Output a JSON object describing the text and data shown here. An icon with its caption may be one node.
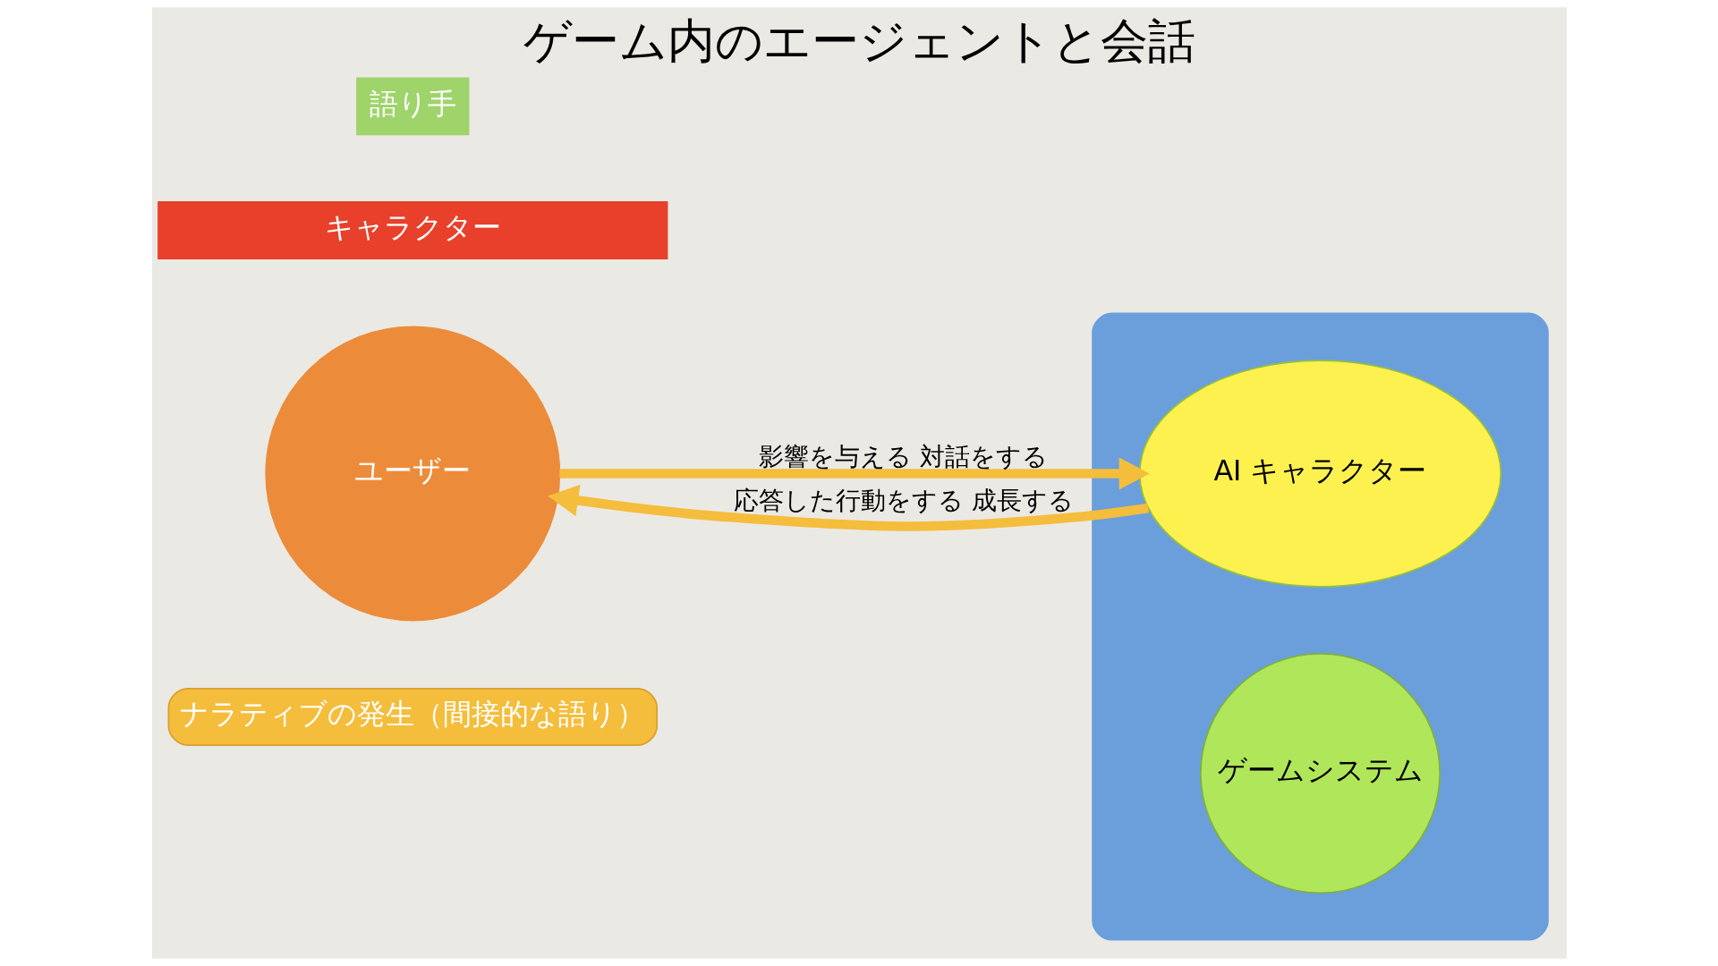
{
  "diagram": {
    "title": "ゲーム内のエージェントと会話",
    "nodes": [
      {
        "text": [
          "ナラティブの発生（間接的な語り）"
        ]
      },
      {
        "text": [
          "ユーザー"
        ]
      },
      {
        "text": [],
        "shape": "box"
      },
      {
        "text": [
          "AI キャラクター"
        ],
        "in": 2
      },
      {
        "text": [
          "ゲームシステム"
        ],
        "in": 2
      },
      {
        "text": [
          "キャラクター"
        ]
      },
      {
        "text": [
          "語り手"
        ]
      }
    ],
    "edges": [
      {
        "from": 1,
        "to": 3,
        "arrow": "to",
        "label": "影響を与える 対話をする"
      },
      {
        "from": 3,
        "to": 1,
        "arrow": "to",
        "label": "応答した行動をする 成長する"
      }
    ]
  }
}
